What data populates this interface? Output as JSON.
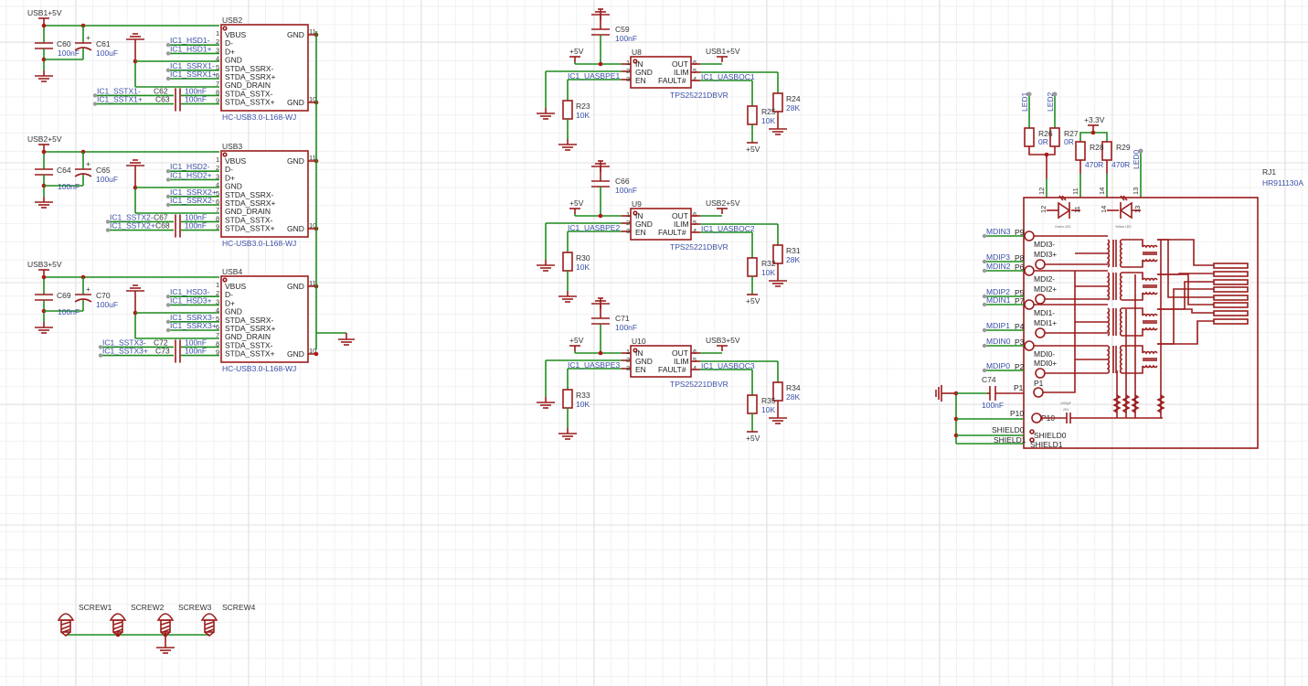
{
  "colors": {
    "wire": "#1e8c1e",
    "symbol": "#9b1c1c",
    "net_label": "#3b4fa8",
    "reference": "#333333",
    "junction": "#b01818",
    "grid_minor": "#f1f1f1",
    "grid_major": "#e6e6e6",
    "background": "#ffffff"
  },
  "usb_connectors": [
    {
      "ref": "USB2",
      "part": "HC-USB3.0-L168-WJ",
      "power_net": "USB1+5V",
      "bulk_cap": {
        "ref": "C60",
        "value": "100nF"
      },
      "elec_cap": {
        "ref": "C61",
        "value": "100uF"
      },
      "nets": {
        "dm": "IC1_HSD1-",
        "dp": "IC1_HSD1+",
        "rxm": "IC1_SSRX1-",
        "rxp": "IC1_SSRX1+",
        "txm": "IC1_SSTX1-",
        "txp": "IC1_SSTX1+"
      },
      "tx_caps": [
        {
          "ref": "C62",
          "value": "100nF"
        },
        {
          "ref": "C63",
          "value": "100nF"
        }
      ]
    },
    {
      "ref": "USB3",
      "part": "HC-USB3.0-L168-WJ",
      "power_net": "USB2+5V",
      "bulk_cap": {
        "ref": "C64",
        "value": "100nF"
      },
      "elec_cap": {
        "ref": "C65",
        "value": "100uF"
      },
      "nets": {
        "dm": "IC1_HSD2-",
        "dp": "IC1_HSD2+",
        "rxm": "IC1_SSRX2+",
        "rxp": "IC1_SSRX2-",
        "txm": "IC1_SSTX2-",
        "txp": "IC1_SSTX2+"
      },
      "tx_caps": [
        {
          "ref": "C67",
          "value": "100nF"
        },
        {
          "ref": "C68",
          "value": "100nF"
        }
      ]
    },
    {
      "ref": "USB4",
      "part": "HC-USB3.0-L168-WJ",
      "power_net": "USB3+5V",
      "bulk_cap": {
        "ref": "C69",
        "value": "100nF"
      },
      "elec_cap": {
        "ref": "C70",
        "value": "100uF"
      },
      "nets": {
        "dm": "IC1_HSD3-",
        "dp": "IC1_HSD3+",
        "rxm": "IC1_SSRX3-",
        "rxp": "IC1_SSRX3+",
        "txm": "IC1_SSTX3-",
        "txp": "IC1_SSTX3+"
      },
      "tx_caps": [
        {
          "ref": "C72",
          "value": "100nF"
        },
        {
          "ref": "C73",
          "value": "100nF"
        }
      ]
    }
  ],
  "usb_pins": {
    "left": [
      {
        "num": "1",
        "name": "VBUS"
      },
      {
        "num": "2",
        "name": "D-"
      },
      {
        "num": "3",
        "name": "D+"
      },
      {
        "num": "4",
        "name": "GND"
      },
      {
        "num": "5",
        "name": "STDA_SSRX-"
      },
      {
        "num": "6",
        "name": "STDA_SSRX+"
      },
      {
        "num": "7",
        "name": "GND_DRAIN"
      },
      {
        "num": "8",
        "name": "STDA_SSTX-"
      },
      {
        "num": "9",
        "name": "STDA_SSTX+"
      }
    ],
    "right": [
      {
        "num": "11",
        "name": "GND"
      },
      {
        "num": "10",
        "name": "GND"
      }
    ]
  },
  "power_switches": [
    {
      "ref": "U8",
      "part": "TPS25221DBVR",
      "in_net": "+5V",
      "out_net": "USB1+5V",
      "cap": {
        "ref": "C59",
        "value": "100nF"
      },
      "en_net": "IC1_UASBPE1",
      "fault_net": "IC1_UASBOC1",
      "r_en": {
        "ref": "R23",
        "value": "10K"
      },
      "r_fault": {
        "ref": "R25",
        "value": "10K"
      },
      "r_ilim": {
        "ref": "R24",
        "value": "28K"
      },
      "pullup_net": "+5V"
    },
    {
      "ref": "U9",
      "part": "TPS25221DBVR",
      "in_net": "+5V",
      "out_net": "USB2+5V",
      "cap": {
        "ref": "C66",
        "value": "100nF"
      },
      "en_net": "IC1_UASBPE2",
      "fault_net": "IC1_UASBOC2",
      "r_en": {
        "ref": "R30",
        "value": "10K"
      },
      "r_fault": {
        "ref": "R32",
        "value": "10K"
      },
      "r_ilim": {
        "ref": "R31",
        "value": "28K"
      },
      "pullup_net": "+5V"
    },
    {
      "ref": "U10",
      "part": "TPS25221DBVR",
      "in_net": "+5V",
      "out_net": "USB3+5V",
      "cap": {
        "ref": "C71",
        "value": "100nF"
      },
      "en_net": "IC1_UASBPE3",
      "fault_net": "IC1_UASBOC3",
      "r_en": {
        "ref": "R33",
        "value": "10K"
      },
      "r_fault": {
        "ref": "R35",
        "value": "10K"
      },
      "r_ilim": {
        "ref": "R34",
        "value": "28K"
      },
      "pullup_net": "+5V"
    }
  ],
  "switch_pins": {
    "left": [
      {
        "num": "1",
        "name": "IN"
      },
      {
        "num": "2",
        "name": "GND"
      },
      {
        "num": "3",
        "name": "EN"
      }
    ],
    "right": [
      {
        "num": "6",
        "name": "OUT"
      },
      {
        "num": "5",
        "name": "ILIM"
      },
      {
        "num": "4",
        "name": "FAULT#"
      }
    ]
  },
  "rj45": {
    "ref": "RJ1",
    "part": "HR911130A",
    "supply_net": "+3.3V",
    "led_nets": [
      "LED1",
      "LED2",
      "LED0"
    ],
    "resistors": [
      {
        "ref": "R26",
        "value": "0R"
      },
      {
        "ref": "R27",
        "value": "0R"
      },
      {
        "ref": "R28",
        "value": "470R"
      },
      {
        "ref": "R29",
        "value": "470R"
      }
    ],
    "led_pins": [
      "12",
      "11",
      "14",
      "13"
    ],
    "led_labels": [
      "Green LED",
      "Yellow LED"
    ],
    "mdi_ports": [
      {
        "net": "MDIN3",
        "pin": "P9",
        "label": "MDI3-"
      },
      {
        "net": "MDIP3",
        "pin": "P8",
        "label": "MDI3+"
      },
      {
        "net": "MDIN2",
        "pin": "P6",
        "label": "MDI2-"
      },
      {
        "net": "MDIP2",
        "pin": "P5",
        "label": "MDI2+"
      },
      {
        "net": "MDIN1",
        "pin": "P7",
        "label": "MDI1-"
      },
      {
        "net": "MDIP1",
        "pin": "P4",
        "label": "MDI1+"
      },
      {
        "net": "MDIN0",
        "pin": "P3",
        "label": "MDI0-"
      },
      {
        "net": "MDIP0",
        "pin": "P2",
        "label": "MDI0+"
      }
    ],
    "p1_pin": "P1",
    "p10_pin": "P10",
    "cap": {
      "ref": "C74",
      "value": "100nF"
    },
    "internal_cap_label": [
      "1000pF",
      "2KV"
    ],
    "shields": [
      "SHIELD0",
      "SHIELD1"
    ]
  },
  "screws": [
    "SCREW1",
    "SCREW2",
    "SCREW3",
    "SCREW4"
  ]
}
